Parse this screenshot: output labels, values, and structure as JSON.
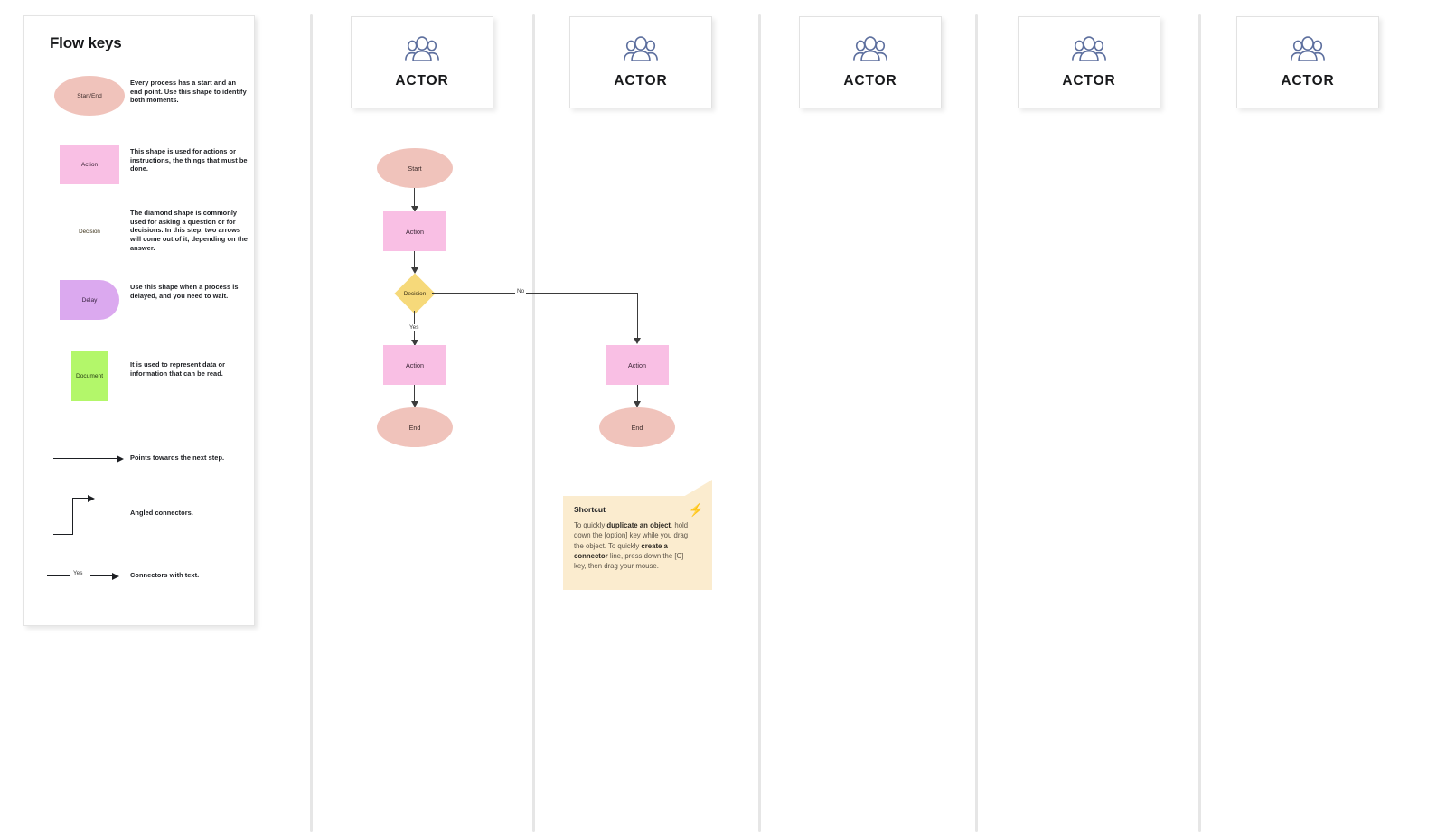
{
  "legend": {
    "title": "Flow keys",
    "items": [
      {
        "shape": "start-end",
        "shape_label": "Start/End",
        "description": "Every process has a start and an end point. Use this shape to identify both moments."
      },
      {
        "shape": "action",
        "shape_label": "Action",
        "description": "This shape is used for actions or instructions, the things that must be done."
      },
      {
        "shape": "decision",
        "shape_label": "Decision",
        "description": "The diamond shape is commonly used for asking a question or for decisions. In this step, two arrows will come out of it, depending on the answer."
      },
      {
        "shape": "delay",
        "shape_label": "Delay",
        "description": "Use this shape when a process is delayed, and you need to wait."
      },
      {
        "shape": "document",
        "shape_label": "Document",
        "description": "It is used to represent data or information that can be read."
      }
    ],
    "connectors": [
      {
        "kind": "straight-arrow",
        "label": "",
        "description": "Points towards the next step."
      },
      {
        "kind": "angled-arrow",
        "label": "",
        "description": "Angled connectors."
      },
      {
        "kind": "labeled-arrow",
        "label": "Yes",
        "description": "Connectors with text."
      }
    ]
  },
  "lanes": [
    {
      "id": 1,
      "actor_label": "ACTOR",
      "actor_icon": "people-group-icon"
    },
    {
      "id": 2,
      "actor_label": "ACTOR",
      "actor_icon": "people-group-icon"
    },
    {
      "id": 3,
      "actor_label": "ACTOR",
      "actor_icon": "people-group-icon"
    },
    {
      "id": 4,
      "actor_label": "ACTOR",
      "actor_icon": "people-group-icon"
    },
    {
      "id": 5,
      "actor_label": "ACTOR",
      "actor_icon": "people-group-icon"
    }
  ],
  "flow": {
    "lane1": [
      {
        "type": "start",
        "label": "Start"
      },
      {
        "type": "action",
        "label": "Action"
      },
      {
        "type": "decision",
        "label": "Decision"
      },
      {
        "type": "action",
        "label": "Action"
      },
      {
        "type": "end",
        "label": "End"
      }
    ],
    "lane2": [
      {
        "type": "action",
        "label": "Action"
      },
      {
        "type": "end",
        "label": "End"
      }
    ],
    "edge_labels": {
      "yes": "Yes",
      "no": "No"
    }
  },
  "note": {
    "title": "Shortcut",
    "icon": "lightning-bolt-icon",
    "body_parts": [
      {
        "text": "To quickly ",
        "bold": false
      },
      {
        "text": "duplicate an object",
        "bold": true
      },
      {
        "text": ", hold down the [option] key while you drag the object. To quickly ",
        "bold": false
      },
      {
        "text": "create a connector",
        "bold": true
      },
      {
        "text": " line, press down the [C] key, then drag your mouse.",
        "bold": false
      }
    ],
    "body_plain": "To quickly duplicate an object, hold down the [option] key while you drag the object. To quickly create a connector line, press down the [C] key, then drag your mouse."
  },
  "colors": {
    "start_end": "#f0c3bb",
    "action": "#f9bfe4",
    "decision": "#f6d97a",
    "delay": "#dba9ef",
    "document": "#b3f76a",
    "note_bg": "#fbeccf",
    "bolt": "#f07a2d",
    "actor_icon": "#5d6f9e",
    "lane_divider": "#e6e6e6",
    "connector": "#3b3b3b"
  }
}
